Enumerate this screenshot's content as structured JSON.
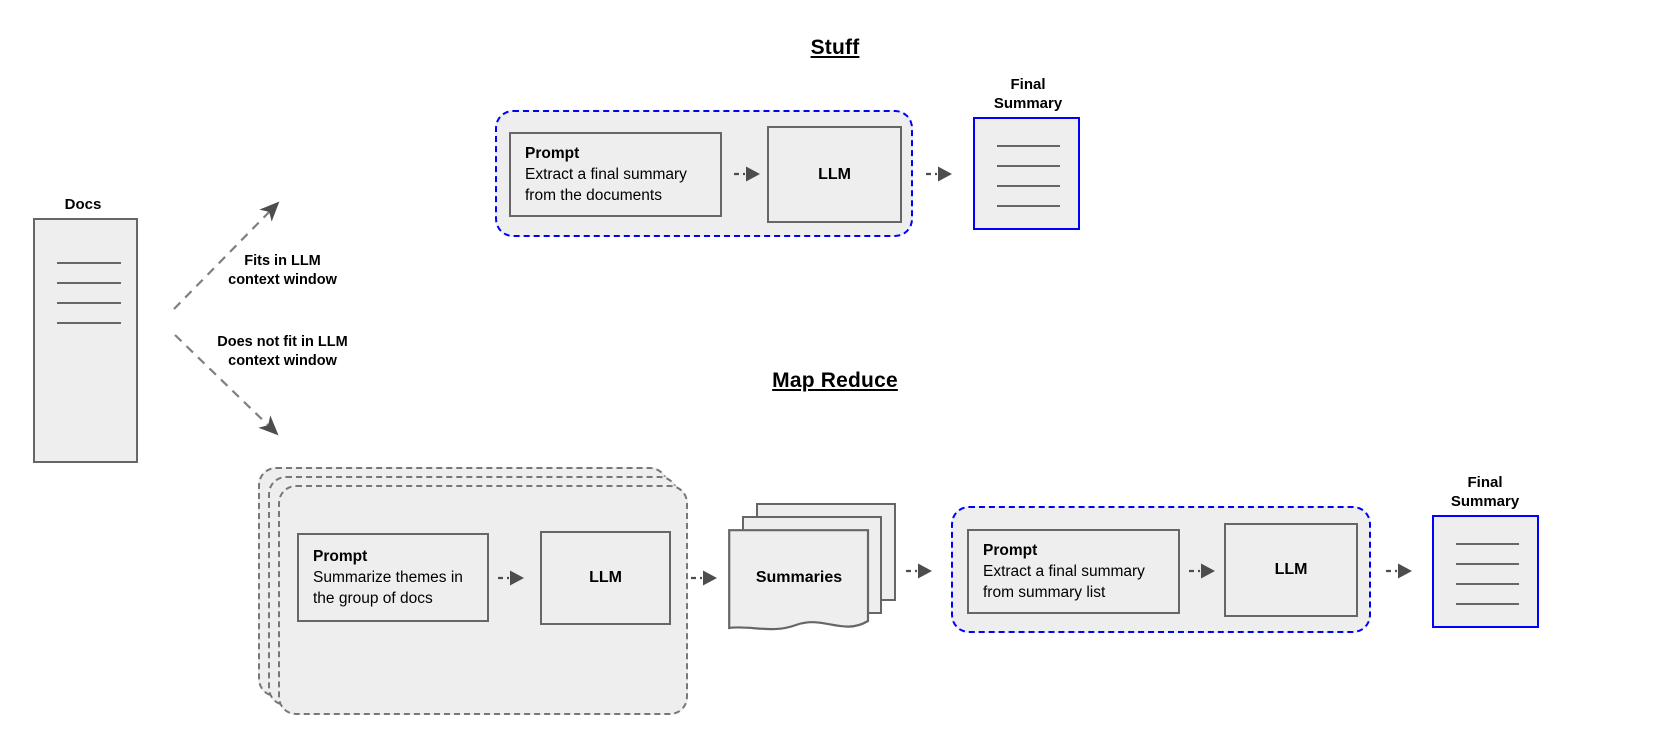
{
  "meta": {
    "diagram_title": "Document summarization strategies",
    "colors": {
      "blue_accent": "#0000ff",
      "gray_stroke": "#666666",
      "dash_gray": "#777777",
      "fill": "#eeeeee",
      "background": "#ffffff",
      "arrow_fill": "#4d4d4d"
    }
  },
  "source": {
    "label": "Docs",
    "line_count": 4
  },
  "branches": [
    {
      "id": "fits",
      "label_line1": "Fits in LLM",
      "label_line2": "context window",
      "direction": "up-right",
      "style": "dashed"
    },
    {
      "id": "does-not-fit",
      "label_line1": "Does not fit in LLM",
      "label_line2": "context window",
      "direction": "down-right",
      "style": "dashed"
    }
  ],
  "stuff": {
    "title": "Stuff",
    "prompt": {
      "title": "Prompt",
      "body_line1": "Extract a final summary",
      "body_line2": "from the documents"
    },
    "llm": {
      "label": "LLM"
    },
    "output": {
      "caption_line1": "Final",
      "caption_line2": "Summary",
      "line_count": 4
    }
  },
  "map_reduce": {
    "title": "Map Reduce",
    "map_stage": {
      "stack_count": 3,
      "prompt": {
        "title": "Prompt",
        "body_line1": "Summarize themes in",
        "body_line2": "the group of docs"
      },
      "llm": {
        "label": "LLM"
      }
    },
    "intermediate": {
      "label": "Summaries",
      "sheet_count": 3
    },
    "reduce_stage": {
      "prompt": {
        "title": "Prompt",
        "body_line1": "Extract a final summary",
        "body_line2": "from summary list"
      },
      "llm": {
        "label": "LLM"
      }
    },
    "output": {
      "caption_line1": "Final",
      "caption_line2": "Summary",
      "line_count": 4
    }
  }
}
